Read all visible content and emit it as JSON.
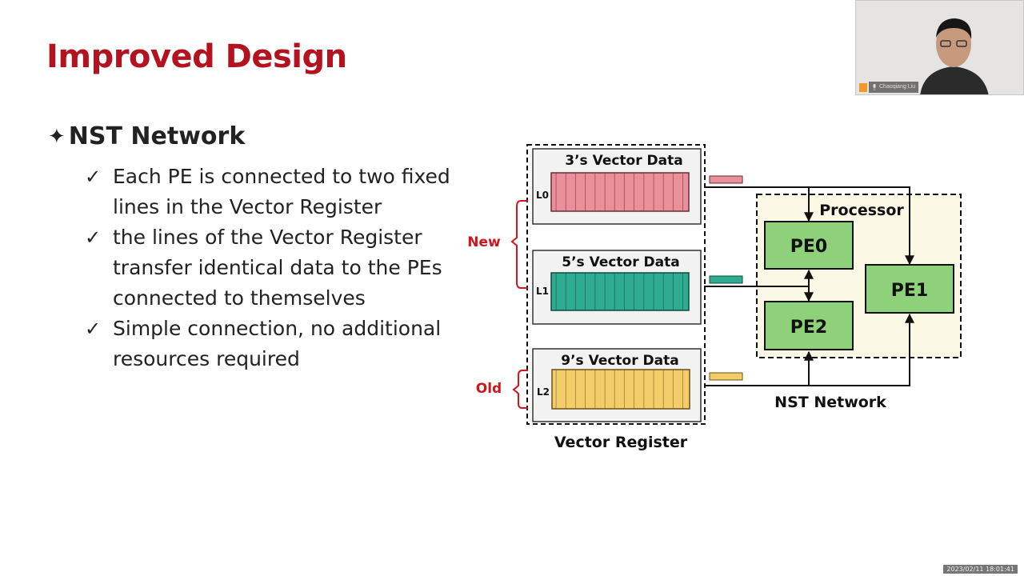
{
  "slide": {
    "title": "Improved Design",
    "heading": "NST Network",
    "bullets": [
      "Each PE is connected to two fixed lines in the Vector Register",
      "the lines of the Vector Register transfer identical data to the PEs connected to themselves",
      "Simple connection, no additional resources required"
    ]
  },
  "diagram": {
    "register_lines": [
      {
        "id": "L0",
        "label": "3’s Vector Data",
        "color": "#e8919a"
      },
      {
        "id": "L1",
        "label": "5’s Vector Data",
        "color": "#2eab90"
      },
      {
        "id": "L2",
        "label": "9’s Vector Data",
        "color": "#f3cd6a"
      }
    ],
    "new_label": "New",
    "old_label": "Old",
    "register_caption": "Vector Register",
    "processor_label": "Processor",
    "pe_labels": [
      "PE0",
      "PE1",
      "PE2"
    ],
    "network_caption": "NST Network"
  },
  "video": {
    "participant_name": "Chaoqiang Liu"
  },
  "timestamp": "2023/02/11 18:01:41"
}
